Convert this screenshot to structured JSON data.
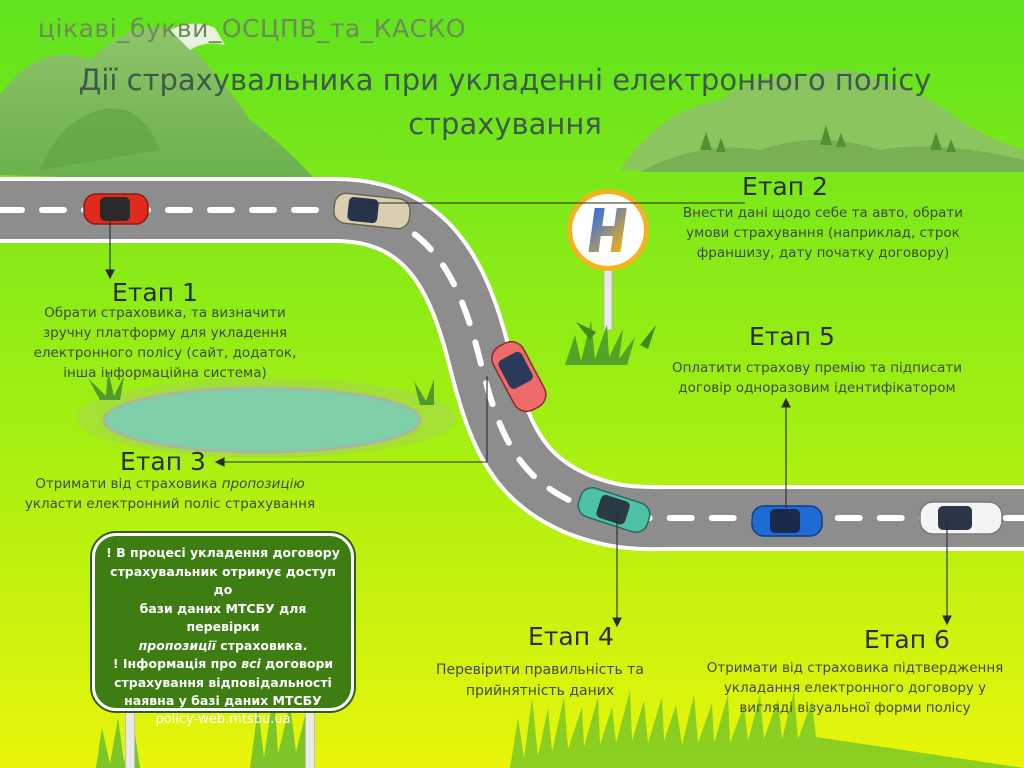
{
  "brand": "цікаві_букви_ОСЦПВ_та_КАСКО",
  "title_line1": "Дії страхувальника при укладенні електронного полісу",
  "title_line2": "страхування",
  "stages": [
    {
      "title": "Етап 1",
      "lines": [
        "Обрати страховика, та визначити",
        "зручну платформу для укладення",
        "електронного полісу (сайт, додаток,",
        "інша інформаційна система)"
      ]
    },
    {
      "title": "Етап 2",
      "lines": [
        "Внести дані щодо себе та авто, обрати",
        "умови страхування (наприклад, строк",
        "франшизу, дату початку договору)"
      ]
    },
    {
      "title": "Етап 3",
      "line1_prefix": "Отримати від страховика ",
      "line1_em": "пропозицію",
      "line2": "укласти електронний поліс страхування"
    },
    {
      "title": "Етап 4",
      "lines": [
        "Перевірити правильність та",
        "прийнятність даних"
      ]
    },
    {
      "title": "Етап 5",
      "lines": [
        "Оплатити страхову премію та підписати",
        "договір одноразовим ідентифікатором"
      ]
    },
    {
      "title": "Етап 6",
      "lines": [
        "Отримати від страховика підтвердження",
        "укладання електронного договору у",
        "вигляді візуальної форми полісу"
      ]
    }
  ],
  "sign": {
    "p1_line1": "! В процесі укладення договору",
    "p1_line2": "страхувальник отримує доступ до",
    "p1_line3": "бази даних МТСБУ для перевірки",
    "p1_em": "пропозиції",
    "p1_tail": " страховика.",
    "p2_prefix": "! Інформація про ",
    "p2_em": "всі",
    "p2_suffix": " договори",
    "p2_line2": "страхування  відповідальності",
    "p2_line3": "наявна у базі даних МТСБУ",
    "url": "policy-web.mtsbu.ua"
  },
  "colors": {
    "bg_top": "#5fe31e",
    "bg_bottom": "#e9f50a",
    "road": "#8d8d8d",
    "road_edge": "#ffffff",
    "sign_green": "#3d7d12",
    "lake": "#7fd0a8",
    "mountain": "#79b85a"
  },
  "icons": [
    "mountain-icon",
    "car-icon",
    "logo-sign-icon",
    "grass-icon",
    "lake-icon"
  ]
}
